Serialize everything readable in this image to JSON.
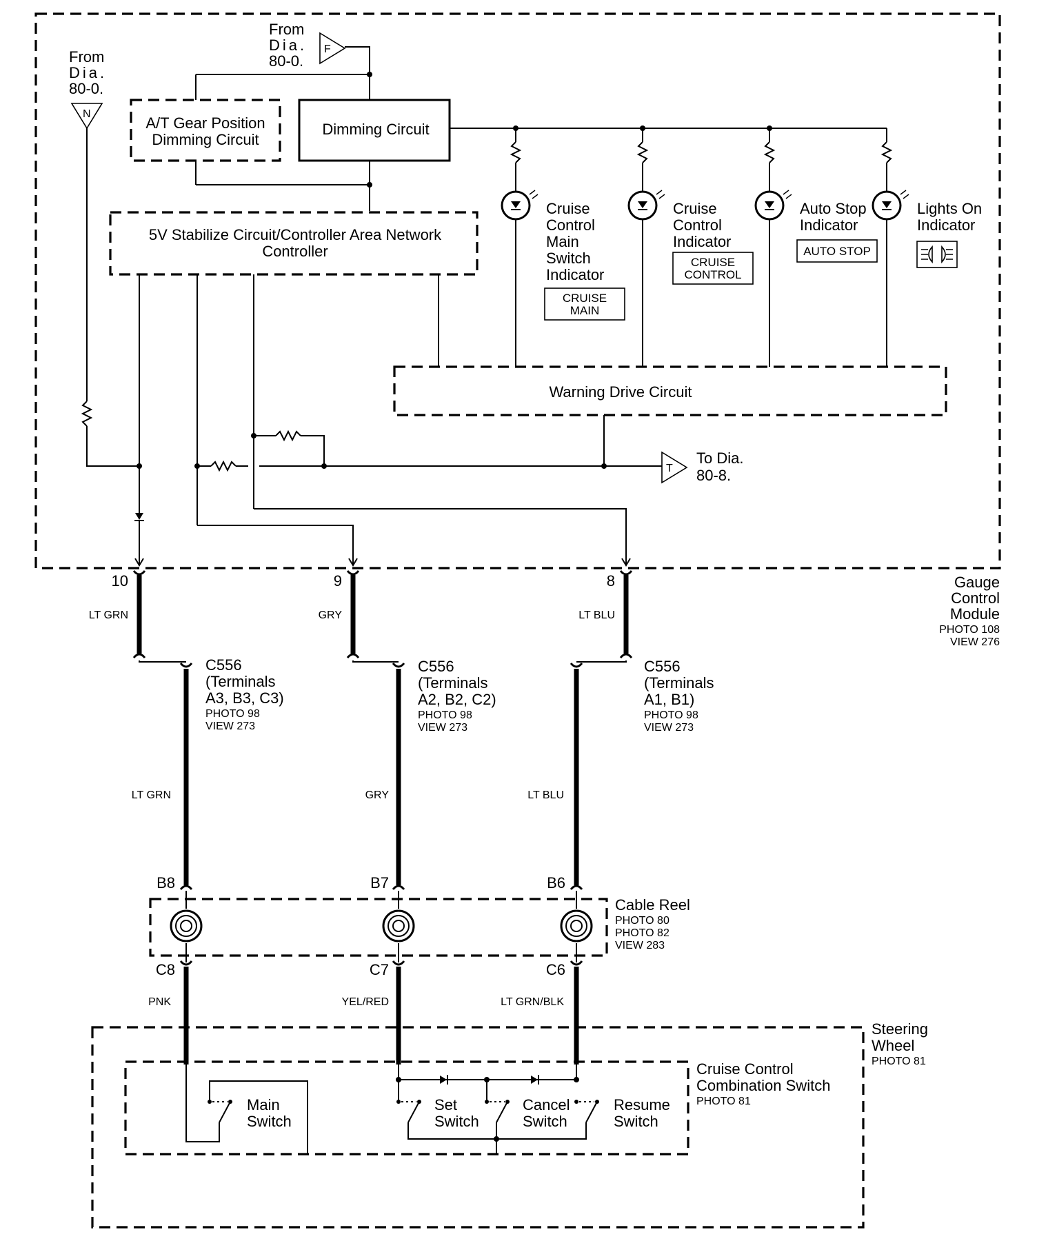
{
  "gauge_module": {
    "name_lines": [
      "Gauge",
      "Control",
      "Module"
    ],
    "photo": "PHOTO 108",
    "view": "VIEW 276"
  },
  "from_f": {
    "lines": [
      "From",
      "Dia.",
      "80-0."
    ],
    "symbol": "F"
  },
  "from_n": {
    "lines": [
      "From",
      "Dia.",
      "80-0."
    ],
    "symbol": "N"
  },
  "at_dimming": {
    "lines": [
      "A/T Gear Position",
      "Dimming Circuit"
    ]
  },
  "dimming": {
    "label": "Dimming Circuit"
  },
  "stabilize": {
    "lines": [
      "5V Stabilize Circuit/Controller Area Network",
      "Controller"
    ]
  },
  "warning_drive": {
    "label": "Warning Drive Circuit"
  },
  "to_t": {
    "lines": [
      "To Dia.",
      "80-8."
    ],
    "symbol": "T"
  },
  "indicators": [
    {
      "lines": [
        "Cruise",
        "Control",
        "Main",
        "Switch",
        "Indicator"
      ],
      "badge": [
        "CRUISE",
        "MAIN"
      ]
    },
    {
      "lines": [
        "Cruise",
        "Control",
        "Indicator"
      ],
      "badge": [
        "CRUISE",
        "CONTROL"
      ]
    },
    {
      "lines": [
        "Auto Stop",
        "Indicator"
      ],
      "badge": [
        "AUTO STOP"
      ]
    },
    {
      "lines": [
        "Lights On",
        "Indicator"
      ],
      "badge_icon": "headlight-icon"
    }
  ],
  "pins": [
    "10",
    "9",
    "8"
  ],
  "wire_colors_top": [
    "LT GRN",
    "GRY",
    "LT BLU"
  ],
  "c556": [
    {
      "lines": [
        "C556",
        "(Terminals",
        "A3, B3, C3)"
      ],
      "photo": "PHOTO 98",
      "view": "VIEW 273"
    },
    {
      "lines": [
        "C556",
        "(Terminals",
        "A2, B2, C2)"
      ],
      "photo": "PHOTO 98",
      "view": "VIEW 273"
    },
    {
      "lines": [
        "C556",
        "(Terminals",
        "A1, B1)"
      ],
      "photo": "PHOTO 98",
      "view": "VIEW 273"
    }
  ],
  "wire_colors_mid": [
    "LT GRN",
    "GRY",
    "LT BLU"
  ],
  "cable_reel": {
    "name": "Cable Reel",
    "photos": [
      "PHOTO 80",
      "PHOTO 82",
      "VIEW 283"
    ],
    "pins_top": [
      "B8",
      "B7",
      "B6"
    ],
    "pins_bottom": [
      "C8",
      "C7",
      "C6"
    ]
  },
  "wire_colors_bottom": [
    "PNK",
    "YEL/RED",
    "LT GRN/BLK"
  ],
  "steering_wheel": {
    "lines": [
      "Steering",
      "Wheel"
    ],
    "photo": "PHOTO 81"
  },
  "combo_switch": {
    "lines": [
      "Cruise Control",
      "Combination Switch"
    ],
    "photo": "PHOTO 81"
  },
  "switches": [
    {
      "lines": [
        "Main",
        "Switch"
      ]
    },
    {
      "lines": [
        "Set",
        "Switch"
      ]
    },
    {
      "lines": [
        "Cancel",
        "Switch"
      ]
    },
    {
      "lines": [
        "Resume",
        "Switch"
      ]
    }
  ]
}
